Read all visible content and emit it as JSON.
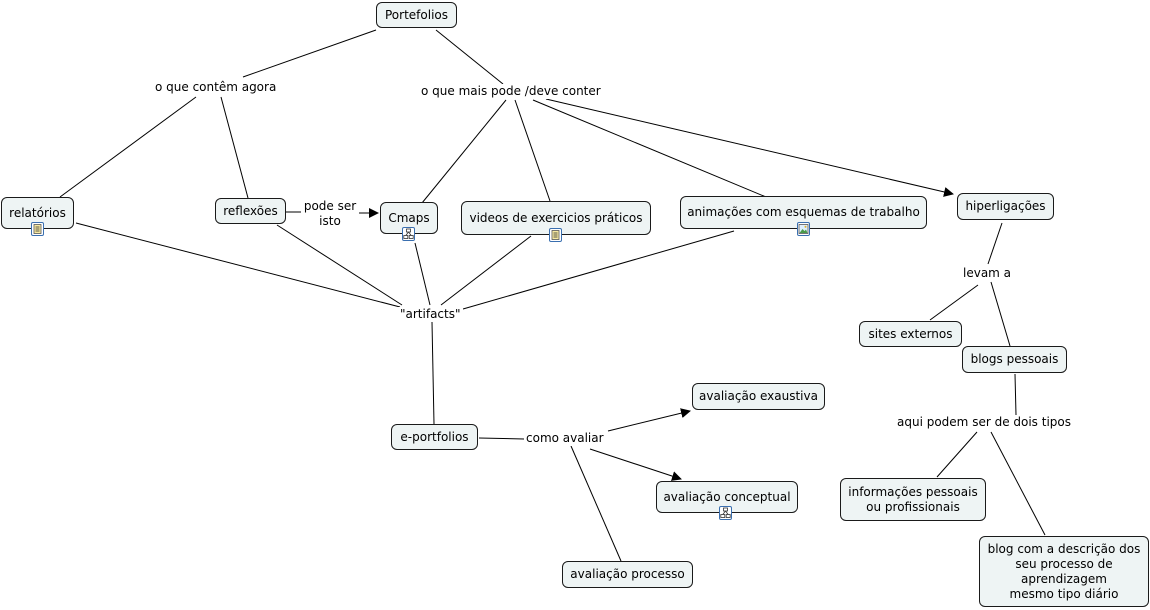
{
  "concepts": {
    "portefolios": "Portefolios",
    "relatorios": "relatórios",
    "reflexoes": "reflexões",
    "cmaps": "Cmaps",
    "videos": "videos de exercicios práticos",
    "animacoes": "animações com esquemas de trabalho",
    "hiperligacoes": "hiperligações",
    "sites_externos": "sites externos",
    "blogs_pessoais": "blogs pessoais",
    "avaliacao_exaustiva": "avaliação exaustiva",
    "e_portfolios": "e-portfolios",
    "avaliacao_conceptual": "avaliação conceptual",
    "avaliacao_processo": "avaliação processo",
    "informacoes_pessoais": "informações pessoais\nou profissionais",
    "blog_descricao": "blog com a descrição dos\nseu processo de\naprendizagem\nmesmo tipo diário"
  },
  "linking_phrases": {
    "o_que_contem": "o que contêm agora",
    "o_que_mais": "o que mais pode /deve conter",
    "pode_ser_isto": "pode ser\nisto",
    "artifacts": "\"artifacts\"",
    "levam_a": "levam a",
    "como_avaliar": "como avaliar",
    "dois_tipos": "aqui podem ser de dois tipos"
  },
  "resource_icons": {
    "relatorios": "document-icon",
    "cmaps": "concept-map-icon",
    "videos": "document-icon",
    "animacoes": "image-icon",
    "avaliacao_conceptual": "concept-map-icon"
  },
  "colors": {
    "node_fill": "#eef4f4",
    "node_border": "#1a1a1a",
    "line": "#000000",
    "icon_border": "#3a6fb0"
  }
}
